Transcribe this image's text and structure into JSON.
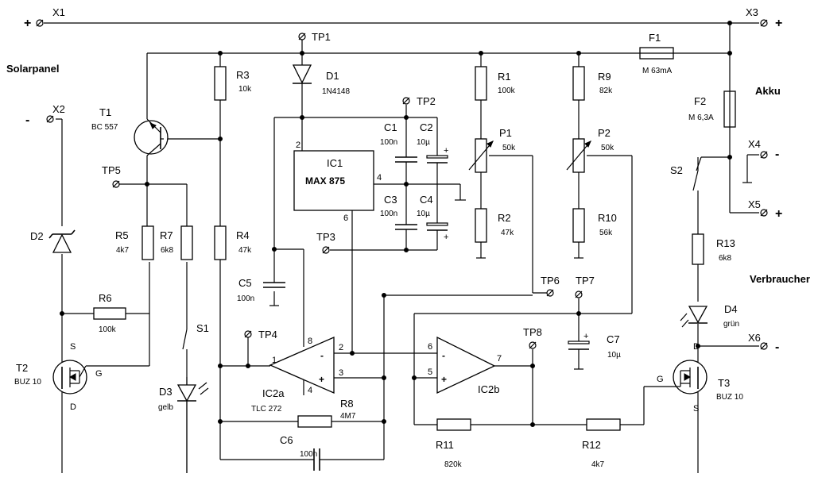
{
  "terminals": {
    "x1": "X1",
    "x2": "X2",
    "x3": "X3",
    "x4": "X4",
    "x5": "X5",
    "x6": "X6",
    "plus": "+",
    "minus": "-"
  },
  "groups": {
    "solar": "Solarpanel",
    "battery": "Akku",
    "load": "Verbraucher"
  },
  "testpoints": [
    "TP1",
    "TP2",
    "TP3",
    "TP4",
    "TP5",
    "TP6",
    "TP7",
    "TP8"
  ],
  "components": {
    "r1": {
      "ref": "R1",
      "value": "100k"
    },
    "r2": {
      "ref": "R2",
      "value": "47k"
    },
    "r3": {
      "ref": "R3",
      "value": "10k"
    },
    "r4": {
      "ref": "R4",
      "value": "47k"
    },
    "r5": {
      "ref": "R5",
      "value": "4k7"
    },
    "r6": {
      "ref": "R6",
      "value": "100k"
    },
    "r7": {
      "ref": "R7",
      "value": "6k8"
    },
    "r8": {
      "ref": "R8",
      "value": "4M7"
    },
    "r9": {
      "ref": "R9",
      "value": "82k"
    },
    "r10": {
      "ref": "R10",
      "value": "56k"
    },
    "r11": {
      "ref": "R11",
      "value": "820k"
    },
    "r12": {
      "ref": "R12",
      "value": "4k7"
    },
    "r13": {
      "ref": "R13",
      "value": "6k8"
    },
    "p1": {
      "ref": "P1",
      "value": "50k"
    },
    "p2": {
      "ref": "P2",
      "value": "50k"
    },
    "c1": {
      "ref": "C1",
      "value": "100n"
    },
    "c2": {
      "ref": "C2",
      "value": "10µ"
    },
    "c3": {
      "ref": "C3",
      "value": "100n"
    },
    "c4": {
      "ref": "C4",
      "value": "10µ"
    },
    "c5": {
      "ref": "C5",
      "value": "100n"
    },
    "c6": {
      "ref": "C6",
      "value": "100n"
    },
    "c7": {
      "ref": "C7",
      "value": "10µ"
    },
    "d1": {
      "ref": "D1",
      "value": "1N4148"
    },
    "d2": {
      "ref": "D2",
      "value": ""
    },
    "d3": {
      "ref": "D3",
      "value": "gelb"
    },
    "d4": {
      "ref": "D4",
      "value": "grün"
    },
    "t1": {
      "ref": "T1",
      "value": "BC 557"
    },
    "t2": {
      "ref": "T2",
      "value": "BUZ 10"
    },
    "t3": {
      "ref": "T3",
      "value": "BUZ 10"
    },
    "f1": {
      "ref": "F1",
      "value": "M 63mA"
    },
    "f2": {
      "ref": "F2",
      "value": "M 6,3A"
    },
    "s1": {
      "ref": "S1"
    },
    "s2": {
      "ref": "S2"
    },
    "ic1": {
      "ref": "IC1",
      "value": "MAX 875"
    },
    "ic2a": {
      "ref": "IC2a",
      "value": "TLC 272"
    },
    "ic2b": {
      "ref": "IC2b"
    }
  },
  "pins": {
    "ic1_2": "2",
    "ic1_4": "4",
    "ic1_6": "6",
    "ic2a_1": "1",
    "ic2a_2": "2",
    "ic2a_3": "3",
    "ic2a_4": "4",
    "ic2a_8": "8",
    "ic2b_5": "5",
    "ic2b_6": "6",
    "ic2b_7": "7",
    "s": "S",
    "g": "G",
    "d": "D"
  }
}
